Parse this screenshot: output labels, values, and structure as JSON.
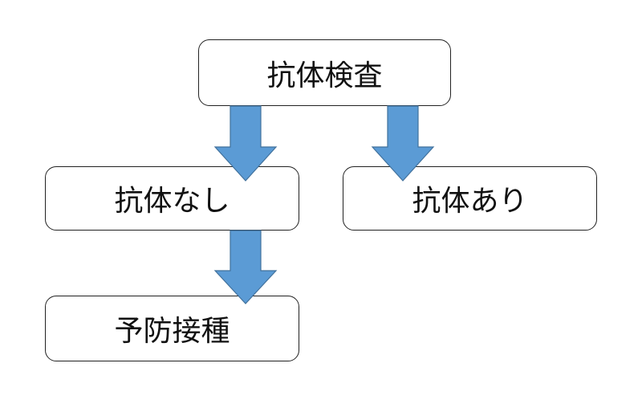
{
  "nodes": {
    "antibody_test": "抗体検査",
    "no_antibody": "抗体なし",
    "has_antibody": "抗体あり",
    "vaccination": "予防接種"
  },
  "colors": {
    "arrow_fill": "#5B9BD5",
    "arrow_stroke": "#41719C",
    "box_border": "#222222"
  }
}
